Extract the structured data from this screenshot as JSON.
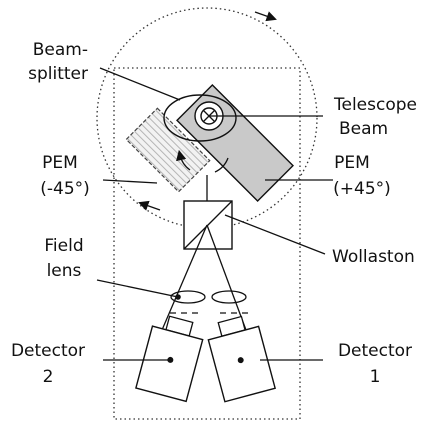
{
  "labels": {
    "beamsplitter_line1": "Beam-",
    "beamsplitter_line2": "splitter",
    "telescope_line1": "Telescope",
    "telescope_line2": "Beam",
    "pem_left_line1": "PEM",
    "pem_left_line2": "(-45°)",
    "pem_right_line1": "PEM",
    "pem_right_line2": "(+45°)",
    "wollaston": "Wollaston",
    "field_lens_line1": "Field",
    "field_lens_line2": "lens",
    "detector_left_line1": "Detector",
    "detector_left_line2": "2",
    "detector_right_line1": "Detector",
    "detector_right_line2": "1"
  },
  "colors": {
    "pem_fill": "#c9c9c9",
    "hatch_fill": "#dddddd",
    "outline": "#111111"
  }
}
